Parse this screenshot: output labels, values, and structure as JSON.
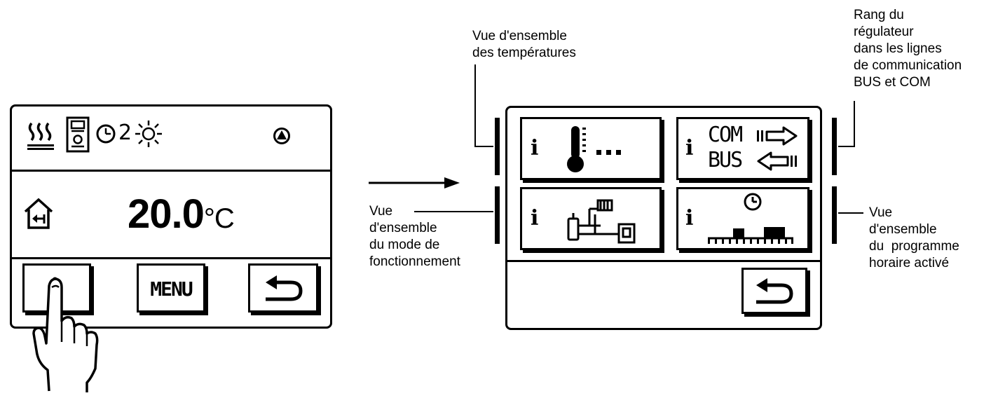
{
  "left_screen": {
    "temperature": "20.0",
    "unit": "°C",
    "program_number": "2",
    "menu_label": "MENU"
  },
  "right_screen": {
    "info_letter": "i",
    "com_label": "COM",
    "bus_label": "BUS"
  },
  "annotations": {
    "temperatures": [
      "Vue d'ensemble",
      "des températures"
    ],
    "rank": [
      "Rang du",
      "régulateur",
      "dans les lignes",
      "de communication",
      "BUS et COM"
    ],
    "mode": [
      "Vue",
      "d'ensemble",
      "du mode de",
      "fonctionnement"
    ],
    "program": [
      "Vue",
      "d'ensemble",
      "du  programme",
      "horaire activé"
    ]
  }
}
